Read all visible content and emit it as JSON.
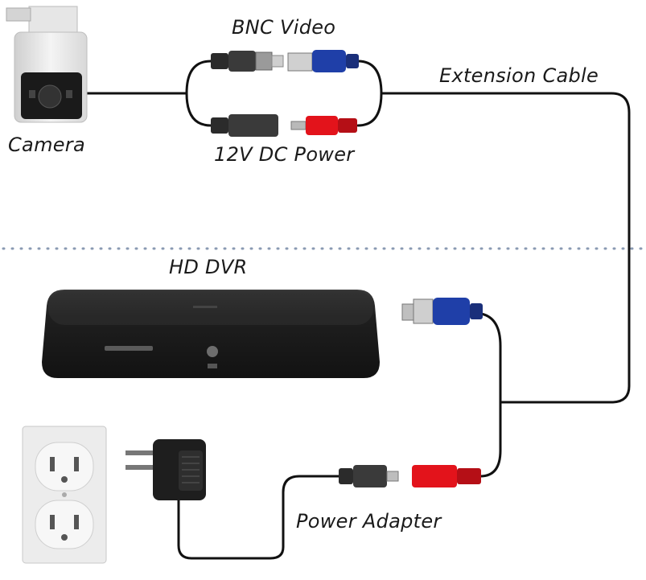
{
  "labels": {
    "bnc_video": "BNC Video",
    "camera": "Camera",
    "extension_cable": "Extension Cable",
    "dc_power": "12V DC Power",
    "hd_dvr": "HD DVR",
    "power_adapter": "Power Adapter"
  },
  "colors": {
    "cable": "#111111",
    "bnc_blue": "#1f3fa8",
    "power_red": "#e3131b",
    "divider": "#8a9ab3",
    "dvr_body": "#1b1b1b"
  },
  "icons": {
    "camera": "bullet-camera-icon",
    "dvr": "dvr-device-icon",
    "outlet": "wall-outlet-icon",
    "adapter": "power-adapter-icon"
  }
}
